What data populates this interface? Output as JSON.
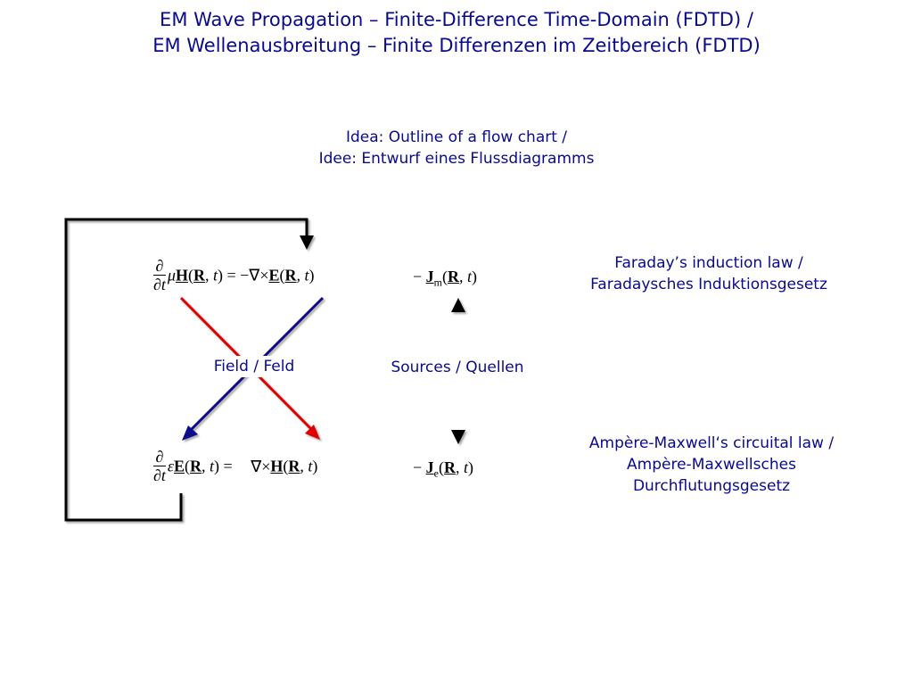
{
  "title": {
    "line1": "EM Wave Propagation – Finite-Difference Time-Domain (FDTD) /",
    "line2": "EM Wellenausbreitung – Finite Differenzen im Zeitbereich (FDTD)"
  },
  "subtitle": {
    "line1": "Idea: Outline of a flow chart /",
    "line2": "Idee: Entwurf eines Flussdiagramms"
  },
  "labels": {
    "field": "Field / Feld",
    "sources": "Sources / Quellen",
    "faraday_line1": "Faraday’s induction law /",
    "faraday_line2": "Faradaysches Induktionsgesetz",
    "ampere_line1": "Ampère-Maxwell‘s circuital law /",
    "ampere_line2": "Ampère-Maxwellsches",
    "ampere_line3": "Durchflutungsgesetz"
  },
  "equations": {
    "partial": "∂",
    "dt": "∂t",
    "faraday": {
      "material": "μ",
      "field": "H",
      "args_open": "(",
      "R": "R",
      "comma_t": ", t",
      "args_close": ")",
      "equals": " = ",
      "curl": "−∇×",
      "curl_field": "E",
      "source_sign": "− ",
      "source": "J",
      "source_sub": "m"
    },
    "ampere": {
      "material": "ε",
      "field": "E",
      "args_open": "(",
      "R": "R",
      "comma_t": ", t",
      "args_close": ")",
      "equals": " = ",
      "curl": "∇×",
      "curl_field": "H",
      "source_sign": "− ",
      "source": "J",
      "source_sub": "e"
    }
  },
  "colors": {
    "text": "#0a0a8c",
    "red_arrow": "#e00000",
    "blue_arrow": "#0a0a8c",
    "black_arrow": "#000000"
  }
}
